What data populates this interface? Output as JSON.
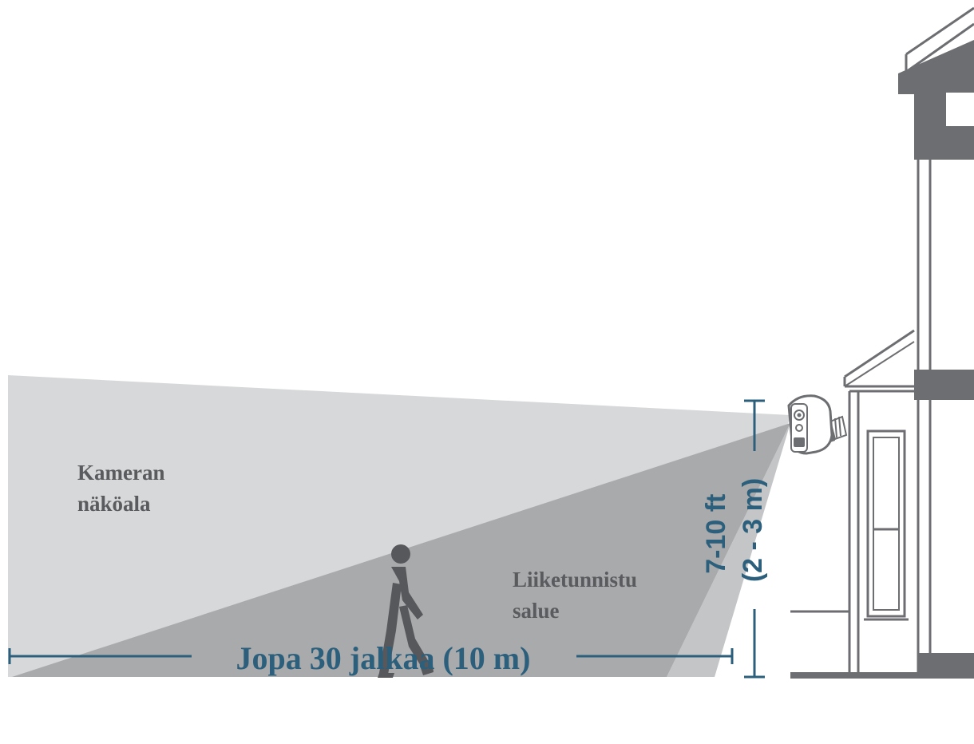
{
  "labels": {
    "field_of_view": [
      "Kameran",
      "näköala"
    ],
    "motion_zone": [
      "Liiketunnistu",
      "salue"
    ],
    "mount_height": [
      "7-10 ft",
      "(2 - 3 m)"
    ],
    "distance": "Jopa 30 jalkaa (10 m)"
  },
  "colors": {
    "view_cone": "#d7d8d9",
    "detection_zone": "#a9aaac",
    "detection_edge": "#c4c5c7",
    "house": "#6d6e71",
    "accent_blue": "#2b5f7b"
  },
  "icons": {
    "person": "walking-person-icon",
    "camera": "security-camera-icon",
    "house": "house-icon"
  }
}
